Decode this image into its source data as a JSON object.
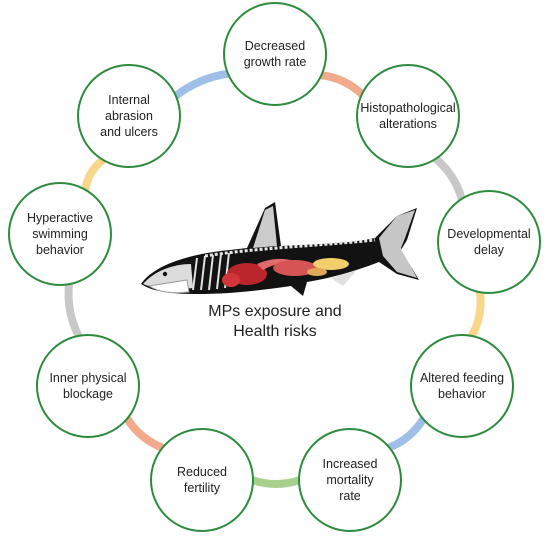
{
  "diagram": {
    "center": {
      "line1": "MPs exposure and",
      "line2": "Health risks"
    },
    "nodes": [
      {
        "id": "growth",
        "label": "Decreased\ngrowth rate"
      },
      {
        "id": "histo",
        "label": "Histopathological\nalterations"
      },
      {
        "id": "dev",
        "label": "Developmental\ndelay"
      },
      {
        "id": "feeding",
        "label": "Altered feeding\nbehavior"
      },
      {
        "id": "mortality",
        "label": "Increased\nmortality\nrate"
      },
      {
        "id": "fertility",
        "label": "Reduced\nfertility"
      },
      {
        "id": "blockage",
        "label": "Inner physical\nblockage"
      },
      {
        "id": "swimming",
        "label": "Hyperactive\nswimming\nbehavior"
      },
      {
        "id": "abrasion",
        "label": "Internal\nabrasion\nand ulcers"
      }
    ],
    "connector_colors": [
      "#f2a98c",
      "#c8c8c8",
      "#f8d68a",
      "#9fbfe6",
      "#a6d08c",
      "#f2a98c",
      "#c8c8c8",
      "#f8d68a",
      "#9fbfe6"
    ],
    "node_border_color": "#2e8b3e",
    "icon": "shark-anatomy-icon"
  }
}
